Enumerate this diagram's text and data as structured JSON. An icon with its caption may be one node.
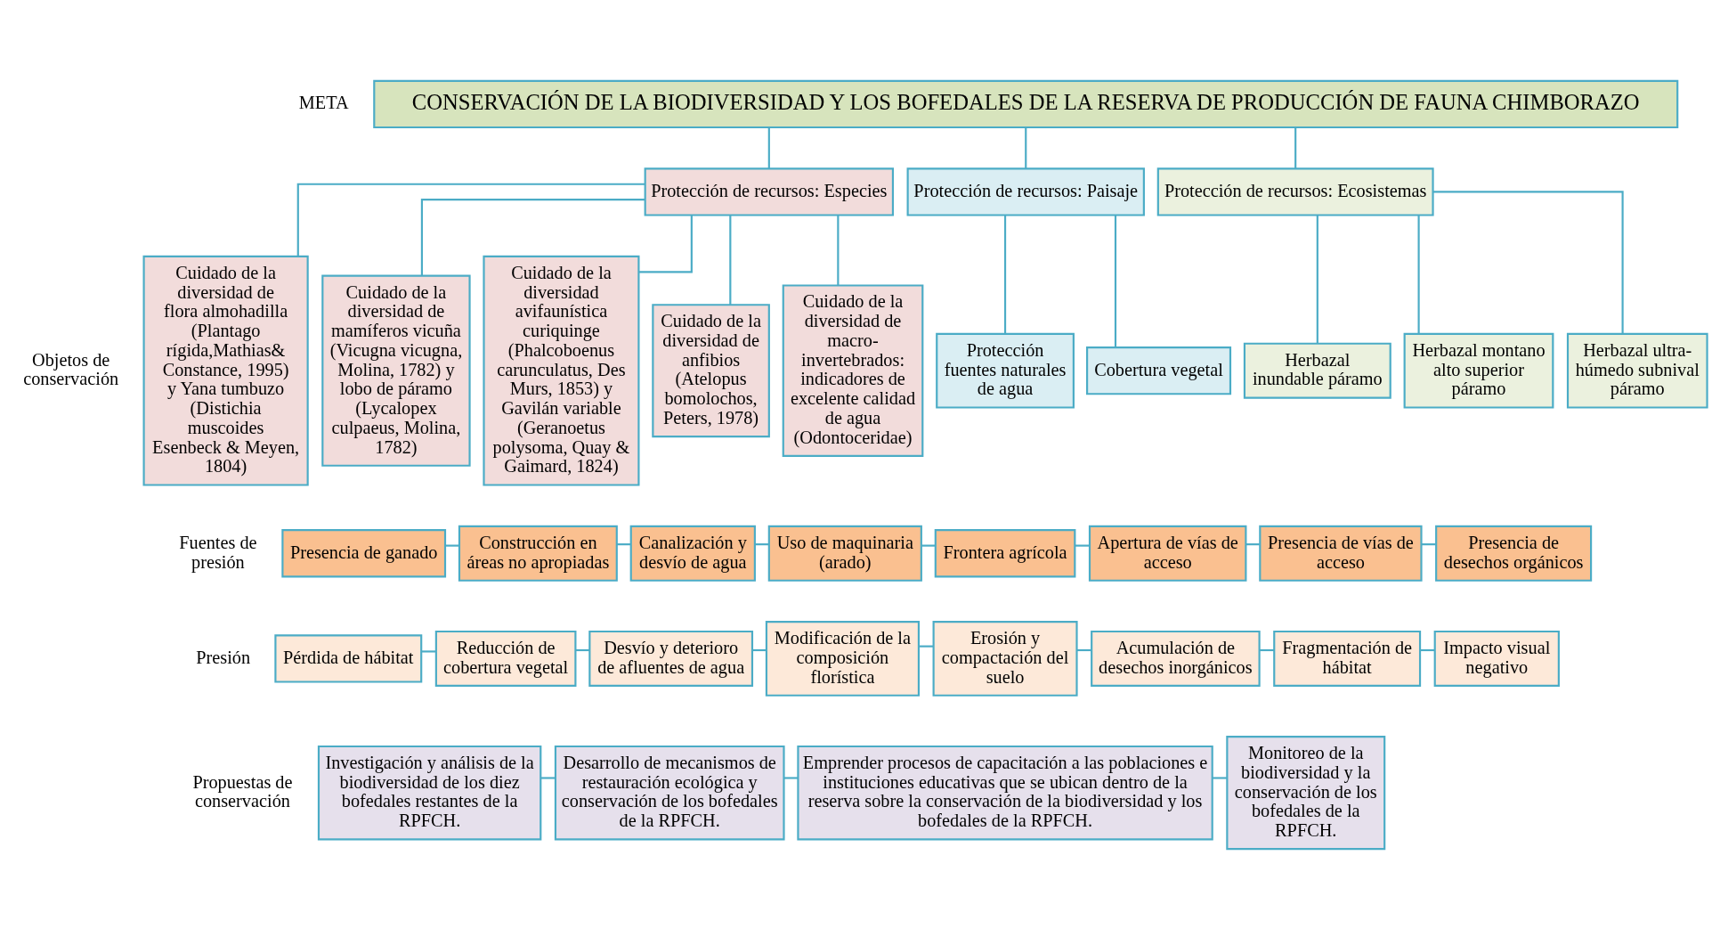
{
  "diagram": {
    "nodes": [
      {
        "text": [
          "CONSERVACIÓN DE LA BIODIVERSIDAD Y LOS BOFEDALES DE LA RESERVA DE PRODUCCIÓN DE FAUNA CHIMBORAZO"
        ]
      },
      {
        "text": [
          "Protección de recursos: Especies"
        ]
      },
      {
        "text": [
          "Protección de recursos: Paisaje"
        ]
      },
      {
        "text": [
          "Protección de recursos: Ecosistemas"
        ]
      },
      {
        "text": [
          "Cuidado de la diversidad de flora almohadilla (Plantago rígida,Mathias& Constance, 1995) y Yana tumbuzo (Distichia muscoides Esenbeck & Meyen, 1804)"
        ]
      },
      {
        "text": [
          "Cuidado de la diversidad de mamíferos vicuña (Vicugna vicugna, Molina, 1782) y lobo de páramo (Lycalopex culpaeus, Molina, 1782)"
        ]
      },
      {
        "text": [
          "Cuidado de la diversidad avifaunística curiquinge (Phalcoboenus carunculatus, Des Murs, 1853) y Gavilán variable (Geranoetus polysoma, Quay & Gaimard, 1824)"
        ]
      },
      {
        "text": [
          "Cuidado de la diversidad de anfibios (Atelopus bomolochos, Peters, 1978)"
        ]
      },
      {
        "text": [
          "Cuidado de la diversidad de macro-invertebrados: indicadores de excelente calidad de agua (Odontoceridae)"
        ]
      },
      {
        "text": [
          "Protección fuentes naturales de agua"
        ]
      },
      {
        "text": [
          "Cobertura vegetal"
        ]
      },
      {
        "text": [
          "Herbazal inundable páramo"
        ]
      },
      {
        "text": [
          "Herbazal montano alto superior páramo"
        ]
      },
      {
        "text": [
          "Herbazal ultra-húmedo subnival páramo"
        ]
      },
      {
        "text": [
          "Presencia de ganado"
        ]
      },
      {
        "text": [
          "Construcción en áreas no apropiadas"
        ]
      },
      {
        "text": [
          "Canalización y desvío de agua"
        ]
      },
      {
        "text": [
          "Uso de maquinaria (arado)"
        ]
      },
      {
        "text": [
          "Frontera agrícola"
        ]
      },
      {
        "text": [
          "Apertura de vías de acceso"
        ]
      },
      {
        "text": [
          "Presencia de vías de acceso"
        ]
      },
      {
        "text": [
          "Presencia de desechos orgánicos"
        ]
      },
      {
        "text": [
          "Pérdida de hábitat"
        ]
      },
      {
        "text": [
          "Reducción de cobertura vegetal"
        ]
      },
      {
        "text": [
          "Desvío y deterioro de afluentes de agua"
        ]
      },
      {
        "text": [
          "Modificación de la composición florística"
        ]
      },
      {
        "text": [
          "Erosión y compactación del suelo"
        ]
      },
      {
        "text": [
          "Acumulación de desechos inorgánicos"
        ]
      },
      {
        "text": [
          "Fragmentación de hábitat"
        ]
      },
      {
        "text": [
          "Impacto visual negativo"
        ]
      },
      {
        "text": [
          "Investigación y análisis de la biodiversidad de los diez bofedales restantes de la RPFCH."
        ]
      },
      {
        "text": [
          "Desarrollo de mecanismos de restauración ecológica y conservación de los bofedales de la RPFCH."
        ]
      },
      {
        "text": [
          "Emprender procesos de capacitación a las poblaciones e instituciones educativas que se ubican dentro de la reserva sobre la conservación de la biodiversidad y los bofedales de la RPFCH."
        ]
      },
      {
        "text": [
          "Monitoreo de la biodiversidad y la conservación de los bofedales de la RPFCH."
        ]
      }
    ],
    "edges": [
      {
        "from": 0,
        "to": 1,
        "arrow": "none"
      },
      {
        "from": 0,
        "to": 2,
        "arrow": "none"
      },
      {
        "from": 0,
        "to": 3,
        "arrow": "none"
      },
      {
        "from": 1,
        "to": 4,
        "arrow": "none"
      },
      {
        "from": 1,
        "to": 5,
        "arrow": "none"
      },
      {
        "from": 1,
        "to": 6,
        "arrow": "none"
      },
      {
        "from": 1,
        "to": 7,
        "arrow": "none"
      },
      {
        "from": 1,
        "to": 8,
        "arrow": "none"
      },
      {
        "from": 2,
        "to": 9,
        "arrow": "none"
      },
      {
        "from": 2,
        "to": 10,
        "arrow": "none"
      },
      {
        "from": 3,
        "to": 11,
        "arrow": "none"
      },
      {
        "from": 3,
        "to": 12,
        "arrow": "none"
      },
      {
        "from": 3,
        "to": 13,
        "arrow": "none"
      },
      {
        "from": 14,
        "to": 15,
        "arrow": "none"
      },
      {
        "from": 15,
        "to": 16,
        "arrow": "none"
      },
      {
        "from": 16,
        "to": 17,
        "arrow": "none"
      },
      {
        "from": 17,
        "to": 18,
        "arrow": "none"
      },
      {
        "from": 18,
        "to": 19,
        "arrow": "none"
      },
      {
        "from": 19,
        "to": 20,
        "arrow": "none"
      },
      {
        "from": 20,
        "to": 21,
        "arrow": "none"
      },
      {
        "from": 22,
        "to": 23,
        "arrow": "none"
      },
      {
        "from": 23,
        "to": 24,
        "arrow": "none"
      },
      {
        "from": 24,
        "to": 25,
        "arrow": "none"
      },
      {
        "from": 25,
        "to": 26,
        "arrow": "none"
      },
      {
        "from": 26,
        "to": 27,
        "arrow": "none"
      },
      {
        "from": 27,
        "to": 28,
        "arrow": "none"
      },
      {
        "from": 28,
        "to": 29,
        "arrow": "none"
      },
      {
        "from": 30,
        "to": 31,
        "arrow": "none"
      },
      {
        "from": 31,
        "to": 32,
        "arrow": "none"
      },
      {
        "from": 32,
        "to": 33,
        "arrow": "none"
      }
    ],
    "labels": [
      "META",
      "Objetos de conservación",
      "Fuentes de presión",
      "Presión",
      "Propuestas de conservación"
    ]
  }
}
